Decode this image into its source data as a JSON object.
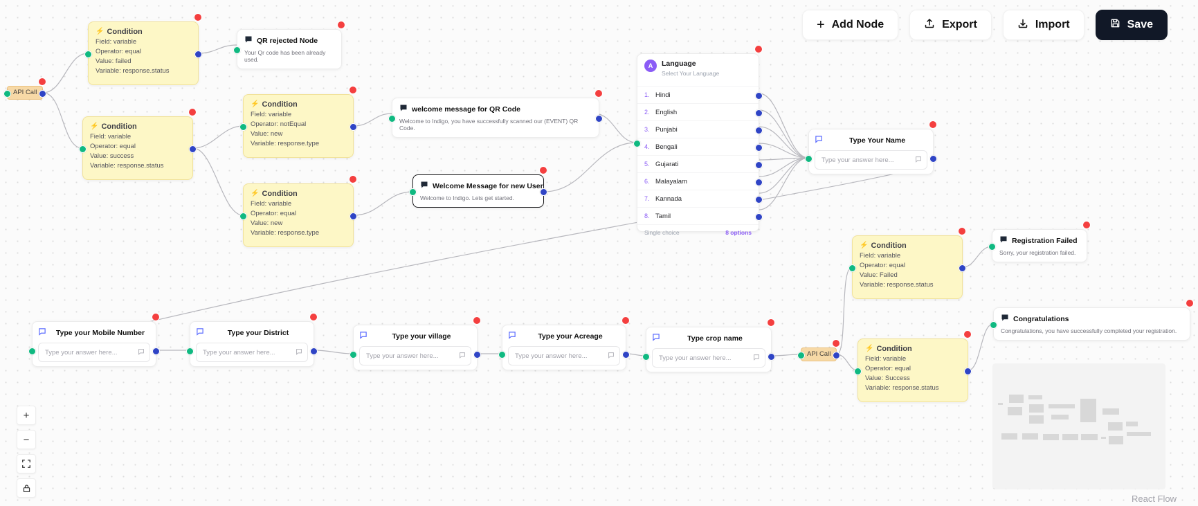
{
  "toolbar": {
    "add_node_label": "Add Node",
    "export_label": "Export",
    "import_label": "Import",
    "save_label": "Save"
  },
  "attribution": "React Flow",
  "icons": {
    "add": "plus",
    "export": "upload-arrow",
    "import": "download-arrow",
    "save": "floppy-disk",
    "message": "chat-bubble",
    "condition": "lightning-bolt",
    "zoom_in": "plus",
    "zoom_out": "minus",
    "fit_view": "frame-corners",
    "lock": "padlock"
  },
  "colors": {
    "accent_purple": "#8b5cf6",
    "handle_green": "#10b981",
    "handle_blue": "#2f44c5",
    "delete_red": "#f43f3f",
    "condition_bg": "#fdf7c6",
    "api_bg": "#f7d9a6",
    "save_button_bg": "#111827"
  },
  "nodes": {
    "api_calls": [
      {
        "label": "API Call"
      },
      {
        "label": "API Call"
      }
    ],
    "conditions": [
      {
        "title": "Condition",
        "lines": [
          "Field: variable",
          "Operator: equal",
          "Value: failed",
          "Variable: response.status"
        ]
      },
      {
        "title": "Condition",
        "lines": [
          "Field: variable",
          "Operator: equal",
          "Value: success",
          "Variable: response.status"
        ]
      },
      {
        "title": "Condition",
        "lines": [
          "Field: variable",
          "Operator: notEqual",
          "Value: new",
          "Variable: response.type"
        ]
      },
      {
        "title": "Condition",
        "lines": [
          "Field: variable",
          "Operator: equal",
          "Value: new",
          "Variable: response.type"
        ]
      },
      {
        "title": "Condition",
        "lines": [
          "Field: variable",
          "Operator: equal",
          "Value: Failed",
          "Variable: response.status"
        ]
      },
      {
        "title": "Condition",
        "lines": [
          "Field: variable",
          "Operator: equal",
          "Value: Success",
          "Variable: response.status"
        ]
      }
    ],
    "messages": [
      {
        "title": "QR rejected Node",
        "body": "Your Qr code has been already used."
      },
      {
        "title": "welcome message for QR Code",
        "body": "Welcome to Indigo, you have successfully scanned our (EVENT) QR Code."
      },
      {
        "title": "Welcome Message for new User",
        "body": "Welcome to Indigo. Lets get started."
      },
      {
        "title": "Registration Failed",
        "body": "Sorry, your registration failed."
      },
      {
        "title": "Congratulations",
        "body": "Congratulations, you have successfully completed your registration."
      }
    ],
    "questions": [
      {
        "title": "Type Your Name",
        "placeholder": "Type your answer here..."
      },
      {
        "title": "Type your Mobile Number",
        "placeholder": "Type your answer here..."
      },
      {
        "title": "Type your District",
        "placeholder": "Type your answer here..."
      },
      {
        "title": "Type your village",
        "placeholder": "Type your answer here..."
      },
      {
        "title": "Type your Acreage",
        "placeholder": "Type your answer here..."
      },
      {
        "title": "Type crop name",
        "placeholder": "Type your answer here..."
      }
    ],
    "language": {
      "title": "Language",
      "subtitle": "Select Your Language",
      "option_numbers": [
        "1.",
        "2.",
        "3.",
        "4.",
        "5.",
        "6.",
        "7.",
        "8."
      ],
      "options": [
        "Hindi",
        "English",
        "Punjabi",
        "Bengali",
        "Gujarati",
        "Malayalam",
        "Kannada",
        "Tamil"
      ],
      "footer_left": "Single choice",
      "footer_right": "8 options"
    }
  }
}
